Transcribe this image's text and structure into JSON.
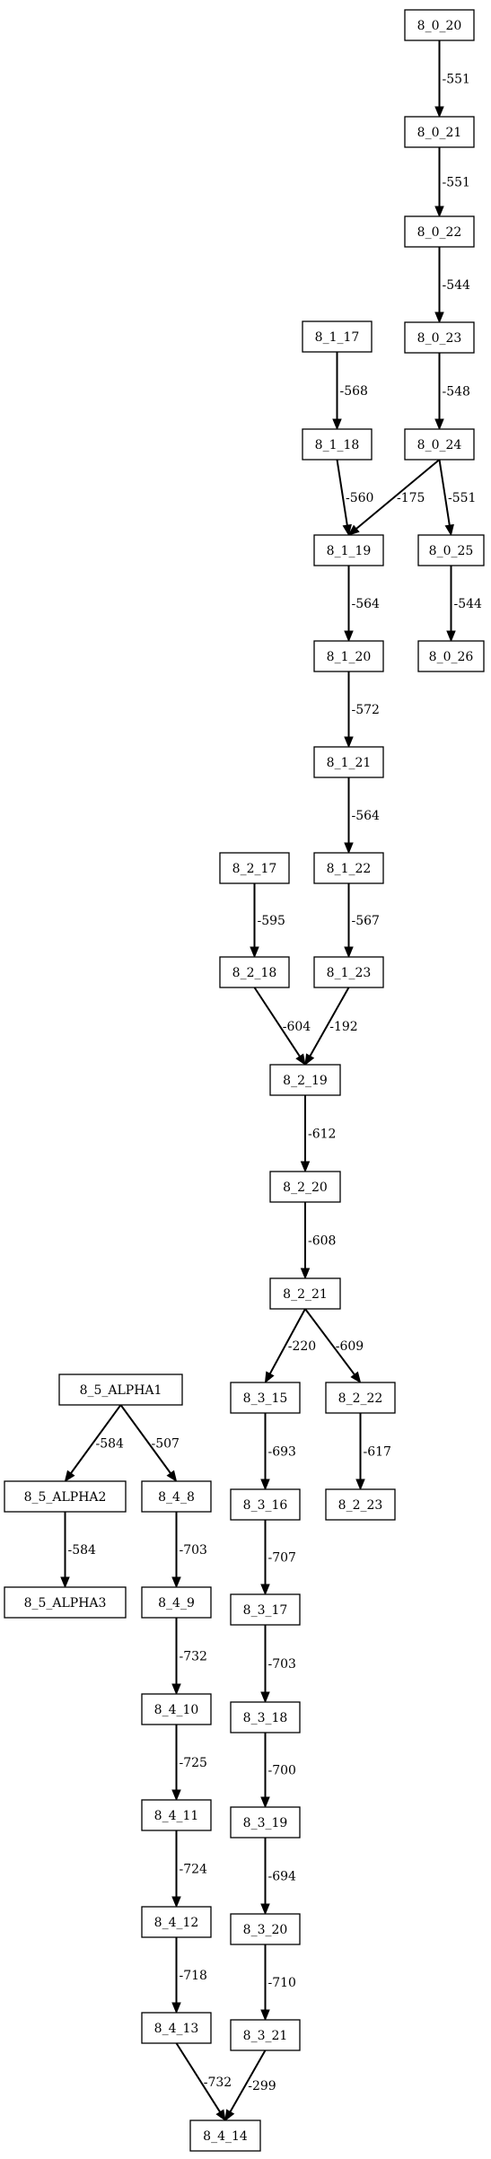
{
  "graph": {
    "nodes": [
      {
        "id": "8_0_20",
        "label": "8_0_20"
      },
      {
        "id": "8_0_21",
        "label": "8_0_21"
      },
      {
        "id": "8_0_22",
        "label": "8_0_22"
      },
      {
        "id": "8_0_23",
        "label": "8_0_23"
      },
      {
        "id": "8_0_24",
        "label": "8_0_24"
      },
      {
        "id": "8_0_25",
        "label": "8_0_25"
      },
      {
        "id": "8_0_26",
        "label": "8_0_26"
      },
      {
        "id": "8_1_17",
        "label": "8_1_17"
      },
      {
        "id": "8_1_18",
        "label": "8_1_18"
      },
      {
        "id": "8_1_19",
        "label": "8_1_19"
      },
      {
        "id": "8_1_20",
        "label": "8_1_20"
      },
      {
        "id": "8_1_21",
        "label": "8_1_21"
      },
      {
        "id": "8_1_22",
        "label": "8_1_22"
      },
      {
        "id": "8_1_23",
        "label": "8_1_23"
      },
      {
        "id": "8_2_17",
        "label": "8_2_17"
      },
      {
        "id": "8_2_18",
        "label": "8_2_18"
      },
      {
        "id": "8_2_19",
        "label": "8_2_19"
      },
      {
        "id": "8_2_20",
        "label": "8_2_20"
      },
      {
        "id": "8_2_21",
        "label": "8_2_21"
      },
      {
        "id": "8_2_22",
        "label": "8_2_22"
      },
      {
        "id": "8_2_23",
        "label": "8_2_23"
      },
      {
        "id": "8_3_15",
        "label": "8_3_15"
      },
      {
        "id": "8_3_16",
        "label": "8_3_16"
      },
      {
        "id": "8_3_17",
        "label": "8_3_17"
      },
      {
        "id": "8_3_18",
        "label": "8_3_18"
      },
      {
        "id": "8_3_19",
        "label": "8_3_19"
      },
      {
        "id": "8_3_20",
        "label": "8_3_20"
      },
      {
        "id": "8_3_21",
        "label": "8_3_21"
      },
      {
        "id": "8_5_ALPHA1",
        "label": "8_5_ALPHA1"
      },
      {
        "id": "8_5_ALPHA2",
        "label": "8_5_ALPHA2"
      },
      {
        "id": "8_5_ALPHA3",
        "label": "8_5_ALPHA3"
      },
      {
        "id": "8_4_8",
        "label": "8_4_8"
      },
      {
        "id": "8_4_9",
        "label": "8_4_9"
      },
      {
        "id": "8_4_10",
        "label": "8_4_10"
      },
      {
        "id": "8_4_11",
        "label": "8_4_11"
      },
      {
        "id": "8_4_12",
        "label": "8_4_12"
      },
      {
        "id": "8_4_13",
        "label": "8_4_13"
      },
      {
        "id": "8_4_14",
        "label": "8_4_14"
      }
    ],
    "edges": [
      {
        "from": "8_0_20",
        "to": "8_0_21",
        "label": "-551"
      },
      {
        "from": "8_0_21",
        "to": "8_0_22",
        "label": "-551"
      },
      {
        "from": "8_0_22",
        "to": "8_0_23",
        "label": "-544"
      },
      {
        "from": "8_0_23",
        "to": "8_0_24",
        "label": "-548"
      },
      {
        "from": "8_0_24",
        "to": "8_1_19",
        "label": "-175"
      },
      {
        "from": "8_0_24",
        "to": "8_0_25",
        "label": "-551"
      },
      {
        "from": "8_0_25",
        "to": "8_0_26",
        "label": "-544"
      },
      {
        "from": "8_1_17",
        "to": "8_1_18",
        "label": "-568"
      },
      {
        "from": "8_1_18",
        "to": "8_1_19",
        "label": "-560"
      },
      {
        "from": "8_1_19",
        "to": "8_1_20",
        "label": "-564"
      },
      {
        "from": "8_1_20",
        "to": "8_1_21",
        "label": "-572"
      },
      {
        "from": "8_1_21",
        "to": "8_1_22",
        "label": "-564"
      },
      {
        "from": "8_1_22",
        "to": "8_1_23",
        "label": "-567"
      },
      {
        "from": "8_2_17",
        "to": "8_2_18",
        "label": "-595"
      },
      {
        "from": "8_2_18",
        "to": "8_2_19",
        "label": "-604"
      },
      {
        "from": "8_1_23",
        "to": "8_2_19",
        "label": "-192"
      },
      {
        "from": "8_2_19",
        "to": "8_2_20",
        "label": "-612"
      },
      {
        "from": "8_2_20",
        "to": "8_2_21",
        "label": "-608"
      },
      {
        "from": "8_2_21",
        "to": "8_3_15",
        "label": "-220"
      },
      {
        "from": "8_2_21",
        "to": "8_2_22",
        "label": "-609"
      },
      {
        "from": "8_2_22",
        "to": "8_2_23",
        "label": "-617"
      },
      {
        "from": "8_3_15",
        "to": "8_3_16",
        "label": "-693"
      },
      {
        "from": "8_3_16",
        "to": "8_3_17",
        "label": "-707"
      },
      {
        "from": "8_3_17",
        "to": "8_3_18",
        "label": "-703"
      },
      {
        "from": "8_3_18",
        "to": "8_3_19",
        "label": "-700"
      },
      {
        "from": "8_3_19",
        "to": "8_3_20",
        "label": "-694"
      },
      {
        "from": "8_3_20",
        "to": "8_3_21",
        "label": "-710"
      },
      {
        "from": "8_3_21",
        "to": "8_4_14",
        "label": "-299"
      },
      {
        "from": "8_5_ALPHA1",
        "to": "8_5_ALPHA2",
        "label": "-584"
      },
      {
        "from": "8_5_ALPHA1",
        "to": "8_4_8",
        "label": "-507"
      },
      {
        "from": "8_5_ALPHA2",
        "to": "8_5_ALPHA3",
        "label": "-584"
      },
      {
        "from": "8_4_8",
        "to": "8_4_9",
        "label": "-703"
      },
      {
        "from": "8_4_9",
        "to": "8_4_10",
        "label": "-732"
      },
      {
        "from": "8_4_10",
        "to": "8_4_11",
        "label": "-725"
      },
      {
        "from": "8_4_11",
        "to": "8_4_12",
        "label": "-724"
      },
      {
        "from": "8_4_12",
        "to": "8_4_13",
        "label": "-718"
      },
      {
        "from": "8_4_13",
        "to": "8_4_14",
        "label": "-732"
      }
    ]
  }
}
